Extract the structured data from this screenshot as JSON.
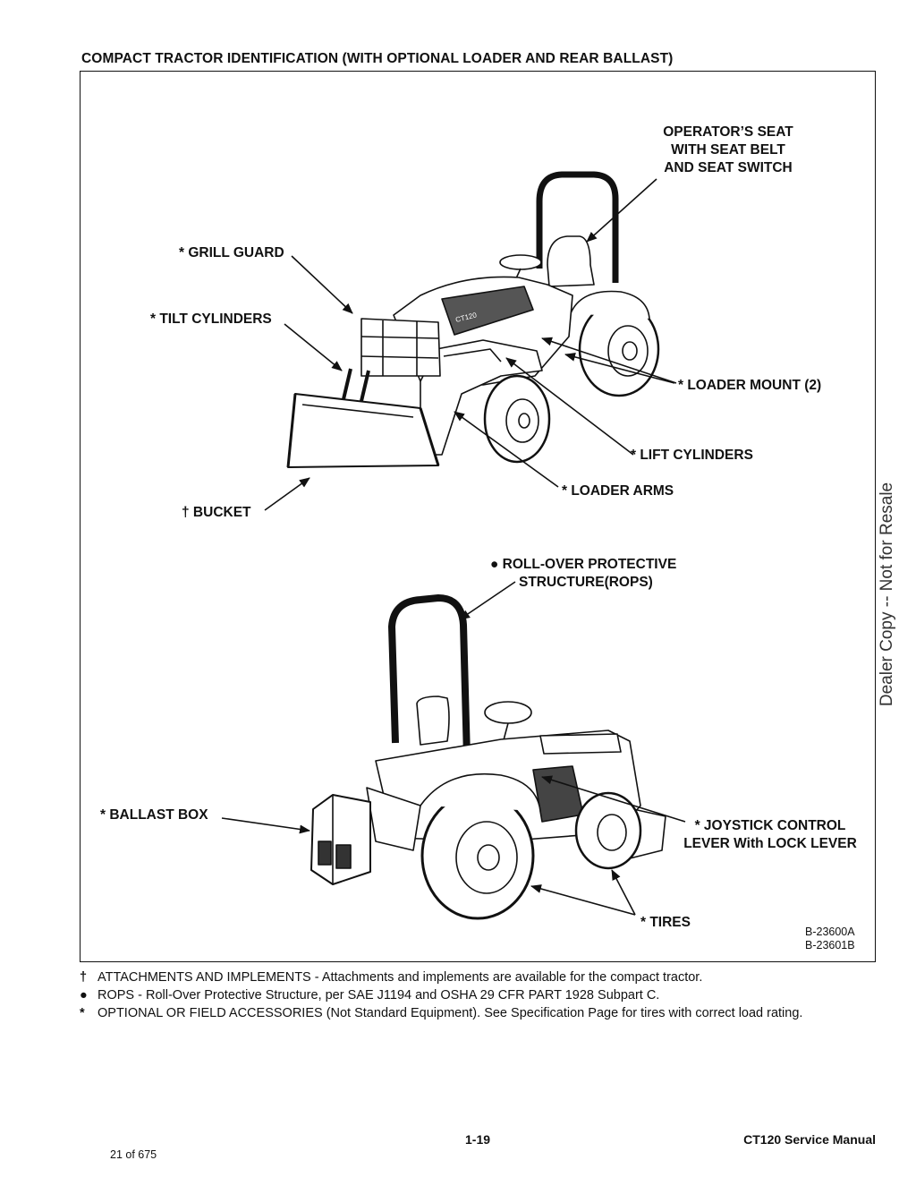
{
  "page_title": "COMPACT TRACTOR IDENTIFICATION (WITH OPTIONAL LOADER AND REAR BALLAST)",
  "callouts": {
    "operators_seat": [
      "OPERATOR’S SEAT",
      "WITH SEAT BELT",
      "AND SEAT SWITCH"
    ],
    "grill_guard": "* GRILL GUARD",
    "tilt_cylinders": "* TILT CYLINDERS",
    "loader_mount": "* LOADER MOUNT (2)",
    "lift_cylinders": "* LIFT CYLINDERS",
    "loader_arms": "* LOADER ARMS",
    "bucket": "† BUCKET",
    "rops": [
      "● ROLL-OVER PROTECTIVE",
      "STRUCTURE(ROPS)"
    ],
    "ballast_box": "* BALLAST BOX",
    "joystick": [
      "* JOYSTICK CONTROL",
      "LEVER With LOCK LEVER"
    ],
    "tires": "* TIRES"
  },
  "figure_codes": [
    "B-23600A",
    "B-23601B"
  ],
  "legend": [
    {
      "symbol": "†",
      "text": "ATTACHMENTS AND IMPLEMENTS - Attachments and implements are available for the compact tractor."
    },
    {
      "symbol": "●",
      "text": "ROPS - Roll-Over Protective Structure, per SAE J1194 and OSHA 29 CFR PART 1928 Subpart C."
    },
    {
      "symbol": "*",
      "text": "OPTIONAL OR FIELD ACCESSORIES (Not Standard Equipment). See Specification Page for tires with correct load rating."
    }
  ],
  "watermark": "Dealer Copy -- Not for Resale",
  "footer": {
    "page_number": "1-19",
    "manual_title": "CT120 Service Manual",
    "page_count": "21 of 675"
  }
}
